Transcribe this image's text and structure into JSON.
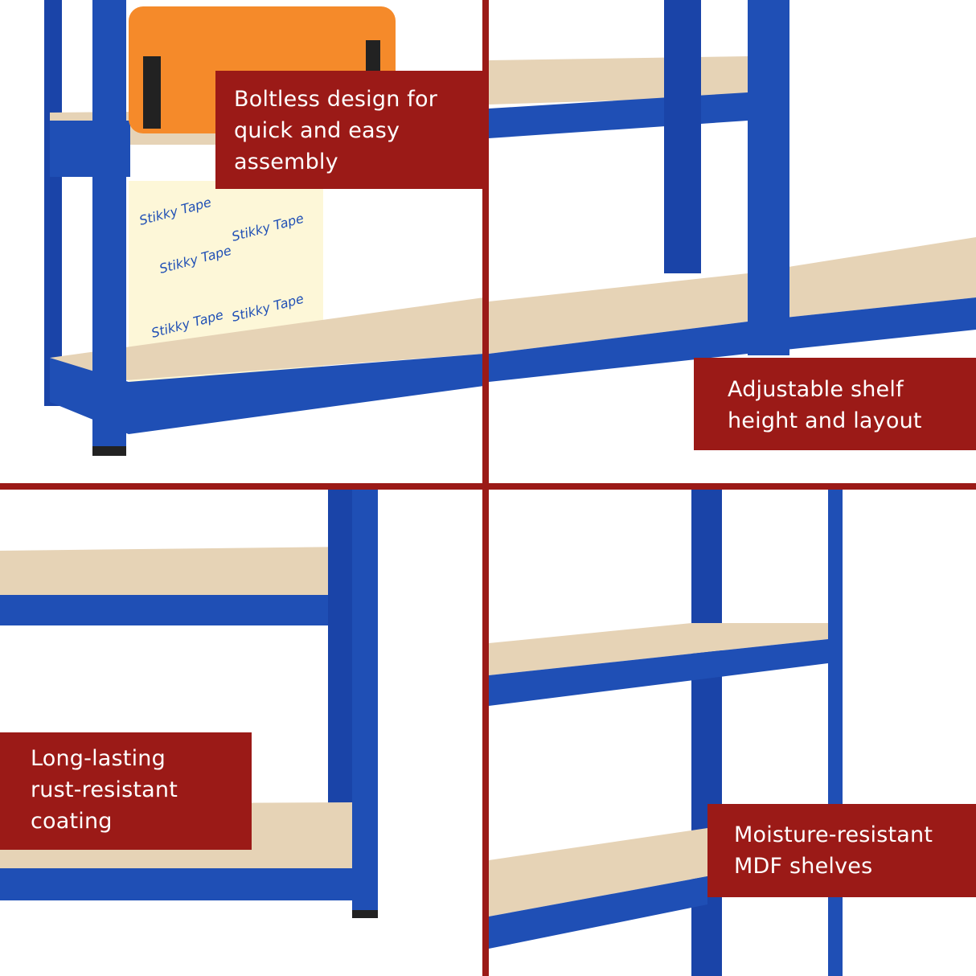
{
  "colors": {
    "accent_red": "#9b1a17",
    "shelf_blue": "#1f4fb5",
    "board": "#e6d3b6",
    "case_orange": "#f58a2a"
  },
  "panels": [
    {
      "name": "boltless",
      "lines": [
        "Boltless design for",
        "quick and easy",
        "assembly"
      ]
    },
    {
      "name": "adjustable",
      "lines": [
        "Adjustable shelf",
        "height and layout"
      ]
    },
    {
      "name": "rust-resistant",
      "lines": [
        "Long-lasting",
        "rust-resistant",
        "coating"
      ]
    },
    {
      "name": "moisture-resistant",
      "lines": [
        "Moisture-resistant",
        "MDF shelves"
      ]
    }
  ],
  "box_print": "Stikky Tape"
}
